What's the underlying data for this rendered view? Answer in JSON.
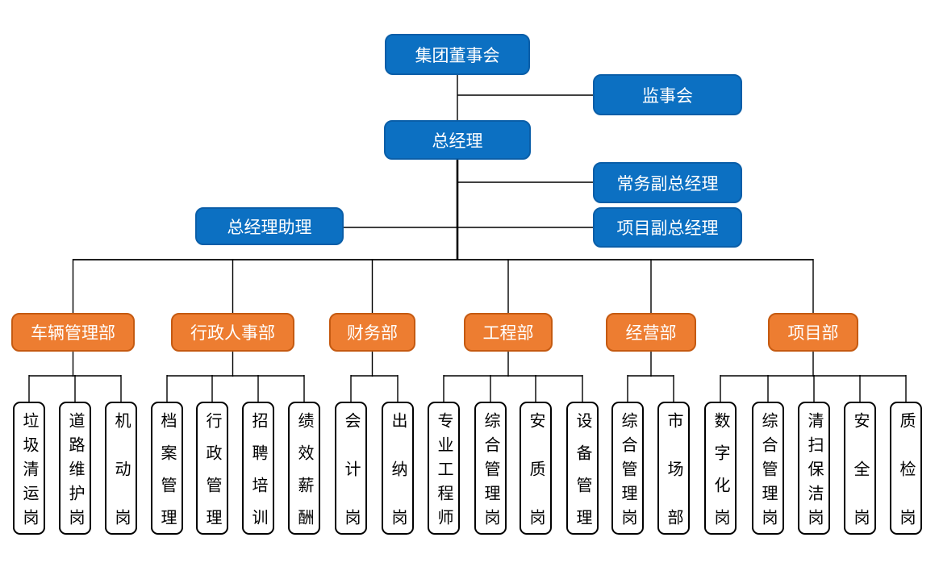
{
  "colors": {
    "node_blue_fill": "#0C70C2",
    "node_blue_border": "#0A5EA8",
    "node_orange_fill": "#ED7D31",
    "node_orange_border": "#C55A11",
    "leaf_fill": "#FFFFFF",
    "leaf_border": "#000000",
    "connector_line": "#000000"
  },
  "executives": {
    "board": "集团董事会",
    "supervisory": "监事会",
    "gm": "总经理",
    "deputy_exec": "常务副总经理",
    "gm_assistant": "总经理助理",
    "deputy_project": "项目副总经理"
  },
  "departments": [
    {
      "label": "车辆管理部",
      "positions": [
        "垃圾清运岗",
        "道路维护岗",
        "机动岗"
      ]
    },
    {
      "label": "行政人事部",
      "positions": [
        "档案管理",
        "行政管理",
        "招聘培训",
        "绩效薪酬"
      ]
    },
    {
      "label": "财务部",
      "positions": [
        "会计岗",
        "出纳岗"
      ]
    },
    {
      "label": "工程部",
      "positions": [
        "专业工程师",
        "综合管理岗",
        "安质岗",
        "设备管理"
      ]
    },
    {
      "label": "经营部",
      "positions": [
        "综合管理岗",
        "市场部"
      ]
    },
    {
      "label": "项目部",
      "positions": [
        "数字化岗",
        "综合管理岗",
        "清扫保洁岗",
        "安全岗",
        "质检岗"
      ]
    }
  ]
}
